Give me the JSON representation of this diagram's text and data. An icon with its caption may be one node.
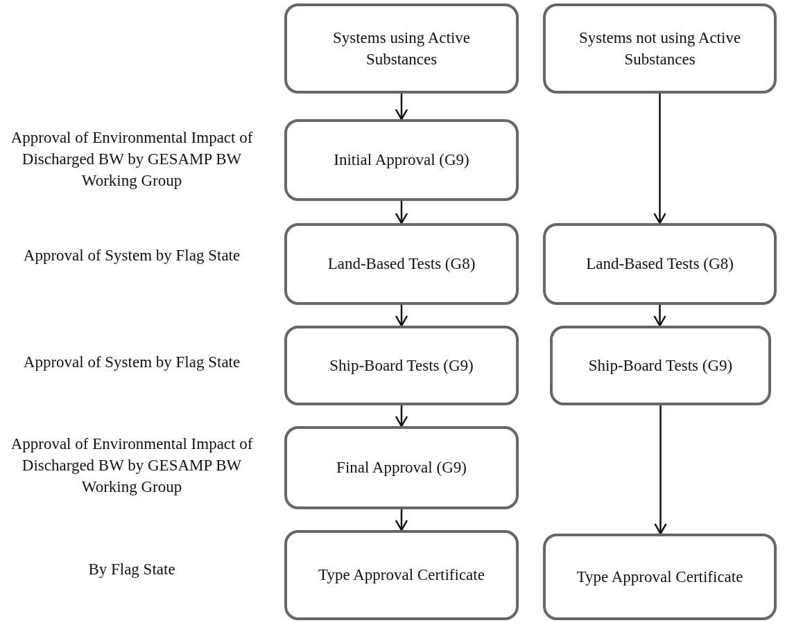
{
  "diagram": {
    "nodes": [
      {
        "text": [
          "Systems using Active Substances"
        ]
      },
      {
        "text": [
          "Systems not using Active Substances"
        ]
      },
      {
        "text": [
          "Initial Approval (G9)"
        ]
      },
      {
        "text": [
          "Land-Based Tests (G8)"
        ]
      },
      {
        "text": [
          "Land-Based Tests (G8)"
        ]
      },
      {
        "text": [
          "Ship-Board Tests (G9)"
        ]
      },
      {
        "text": [
          "Ship-Board Tests (G9)"
        ]
      },
      {
        "text": [
          "Final Approval (G9)"
        ]
      },
      {
        "text": [
          "Type Approval Certificate"
        ]
      },
      {
        "text": [
          "Type Approval Certificate"
        ]
      }
    ],
    "edges": [
      {
        "from": 0,
        "to": 2,
        "arrow": "to"
      },
      {
        "from": 2,
        "to": 3,
        "arrow": "to"
      },
      {
        "from": 3,
        "to": 5,
        "arrow": "to"
      },
      {
        "from": 5,
        "to": 7,
        "arrow": "to"
      },
      {
        "from": 7,
        "to": 8,
        "arrow": "to"
      },
      {
        "from": 1,
        "to": 4,
        "arrow": "to"
      },
      {
        "from": 4,
        "to": 6,
        "arrow": "to"
      },
      {
        "from": 6,
        "to": 9,
        "arrow": "to"
      }
    ],
    "labels": [
      "Approval of Environmental Impact of Discharged BW by GESAMP BW Working Group",
      "Approval of System by Flag State",
      "Approval of System by Flag State",
      "Approval of Environmental Impact of Discharged BW by GESAMP BW Working Group",
      "By Flag State"
    ]
  }
}
